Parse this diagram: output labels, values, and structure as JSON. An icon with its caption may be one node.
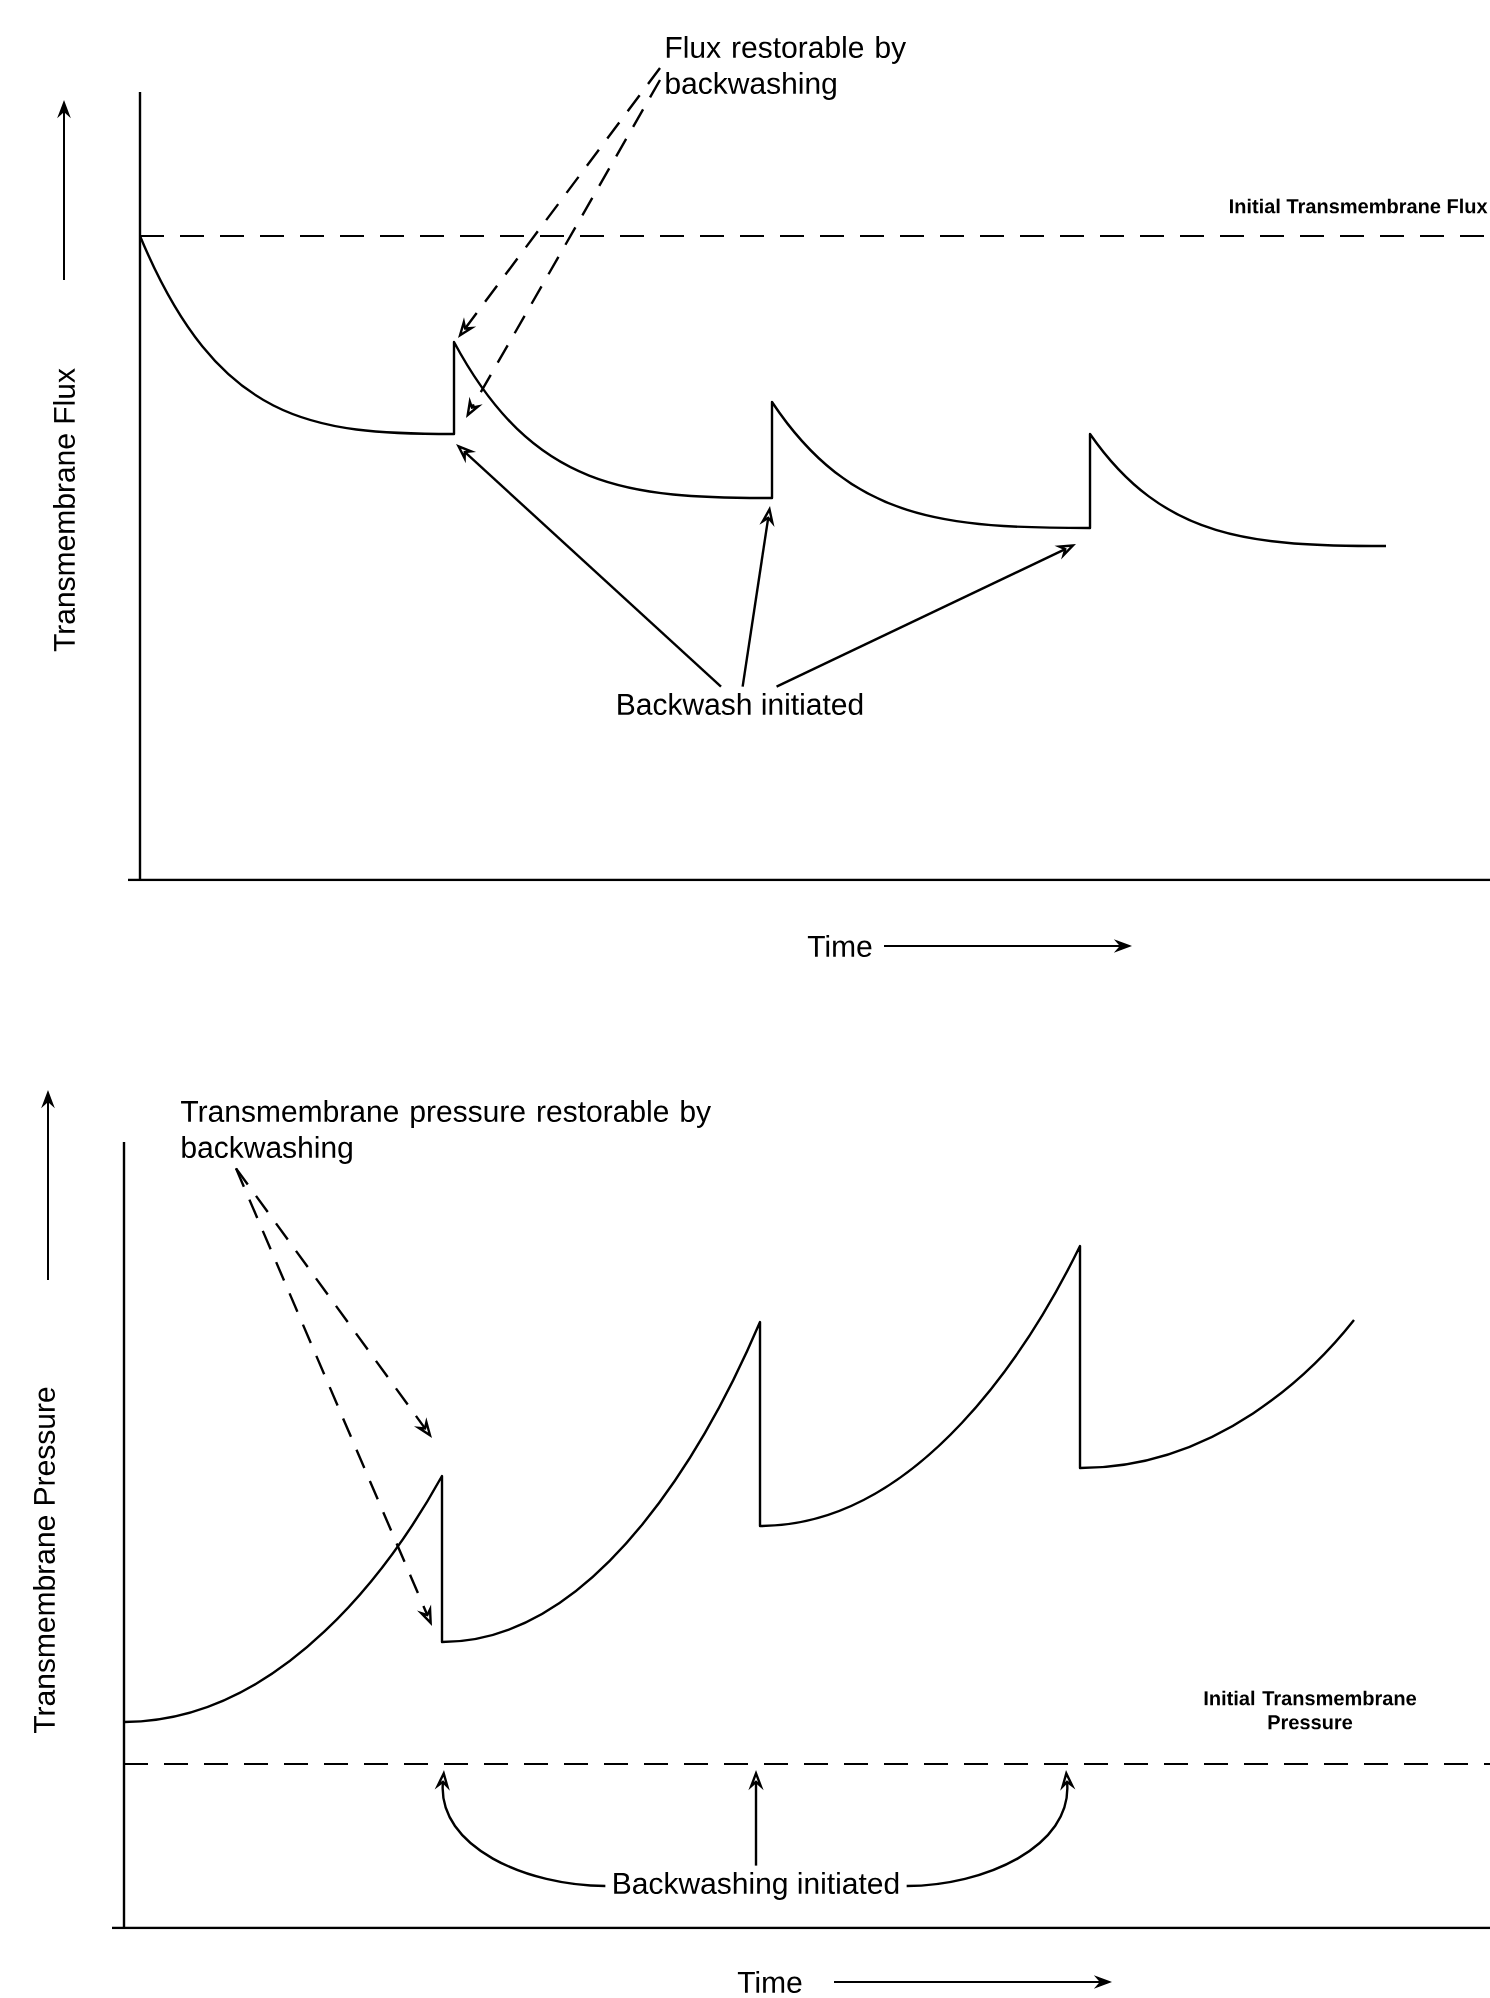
{
  "diagram": {
    "nodes": [
      {
        "text": [
          "Flux restorable by backwashing"
        ]
      },
      {
        "text": [],
        "shape": "curve"
      },
      {
        "text": [
          "Backwash initiated"
        ]
      },
      {
        "text": [
          "Transmembrane pressure restorable by backwashing"
        ]
      },
      {
        "text": [],
        "shape": "curve"
      },
      {
        "text": [],
        "shape": "line"
      },
      {
        "text": [
          "Backwashing initiated"
        ]
      }
    ],
    "edges": [
      {
        "from": 0,
        "to": 1,
        "arrow": "to",
        "style": "dashed"
      },
      {
        "from": 0,
        "to": 1,
        "arrow": "to",
        "style": "dashed"
      },
      {
        "from": 2,
        "to": 1,
        "arrow": "to"
      },
      {
        "from": 2,
        "to": 1,
        "arrow": "to"
      },
      {
        "from": 2,
        "to": 1,
        "arrow": "to"
      },
      {
        "from": 3,
        "to": 4,
        "arrow": "to",
        "style": "dashed"
      },
      {
        "from": 3,
        "to": 4,
        "arrow": "to",
        "style": "dashed"
      },
      {
        "from": 6,
        "to": 5,
        "arrow": "to"
      },
      {
        "from": 6,
        "to": 5,
        "arrow": "to"
      },
      {
        "from": 6,
        "to": 5,
        "arrow": "to"
      }
    ],
    "labels": [
      "Initial Transmembrane Flux",
      "Transmembrane Flux",
      "Time",
      "Transmembrane Pressure",
      "Initial Transmembrane Pressure",
      "Time"
    ]
  }
}
